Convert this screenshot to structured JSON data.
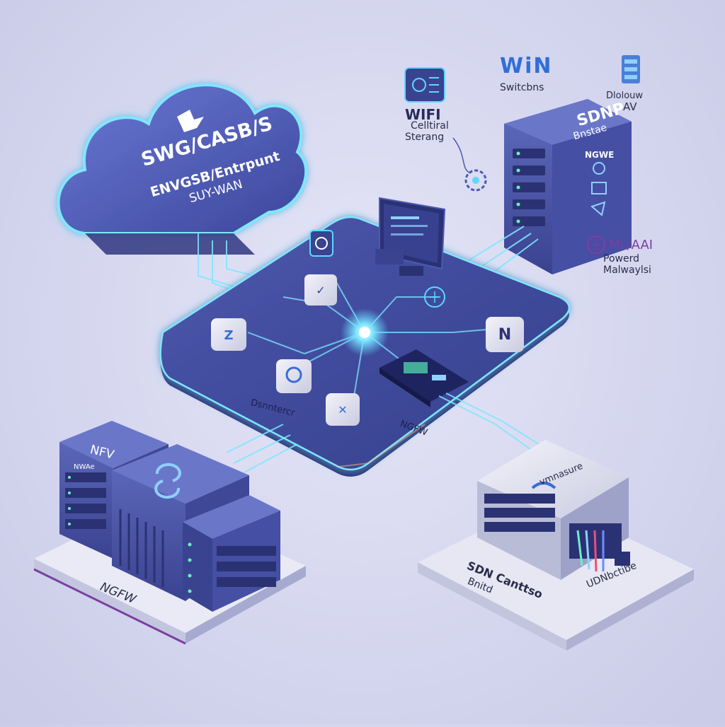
{
  "cloud": {
    "line1": "SWG/CASB/S",
    "line2": "ENVGSB/Entrpunt",
    "line3": "SUY-WAN"
  },
  "top_right": {
    "wifi_title": "WIFI",
    "wifi_line1": "Celltiral",
    "wifi_line2": "Sterang",
    "switch_logo": "WiN",
    "switch_label": "Switcbns",
    "av_line1": "Dlolouw",
    "av_line2": "AV"
  },
  "server_tower": {
    "title": "SDNP",
    "subtitle": "Bnstae",
    "panel_label": "NGWE",
    "ml_title": "ML/AAI",
    "ml_line1": "Powerd",
    "ml_line2": "Malwaylsi"
  },
  "platform": {
    "label_left": "Dsnntercr",
    "label_bottom": "NGFW"
  },
  "ngfw_stack": {
    "label_top": "NFV",
    "label_small": "NWAe",
    "label_bottom": "NGFW"
  },
  "sdn_box": {
    "brand": "vmnasure",
    "label1": "SDN Canttso",
    "label2": "Bnitd",
    "label3": "UDNbctibe"
  },
  "colors": {
    "cloud": "#4c5ab0",
    "platform": "#3f4a9a",
    "glow": "#5fd7ff",
    "accent_purple": "#7a3fa0"
  }
}
